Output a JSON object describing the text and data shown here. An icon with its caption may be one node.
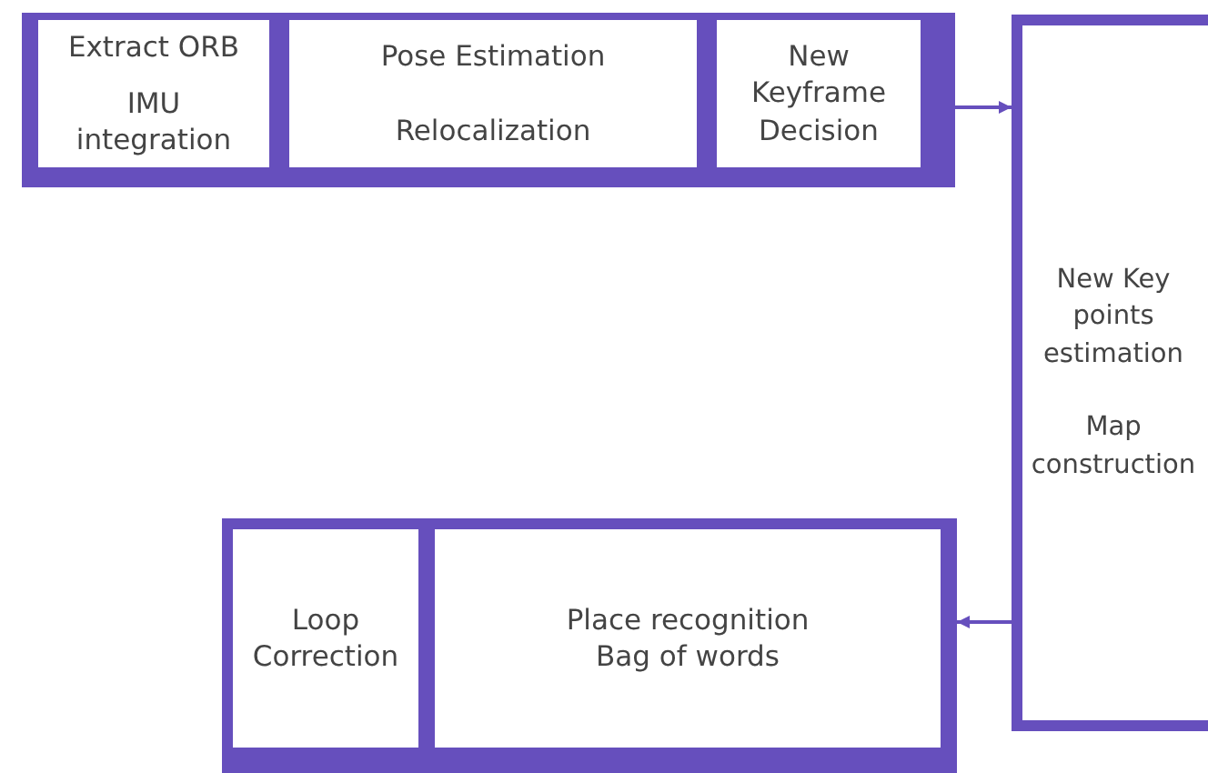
{
  "diagram": {
    "nodes": [
      {
        "text": [],
        "shape": "box"
      },
      {
        "text": [
          "Extract ORB",
          "IMU integration"
        ],
        "in": 0
      },
      {
        "text": [
          "Pose Estimation",
          "Relocalization"
        ],
        "in": 0
      },
      {
        "text": [
          "New Keyframe Decision"
        ],
        "in": 0
      },
      {
        "text": [
          "New Key points estimation",
          "Map construction"
        ]
      },
      {
        "text": [],
        "shape": "box"
      },
      {
        "text": [
          "Loop Correction"
        ],
        "in": 5
      },
      {
        "text": [
          "Place recognition Bag of words"
        ],
        "in": 5
      }
    ],
    "edges": [
      {
        "from": 0,
        "to": 4,
        "arrow": "to"
      },
      {
        "from": 4,
        "to": 5,
        "arrow": "to"
      }
    ]
  }
}
